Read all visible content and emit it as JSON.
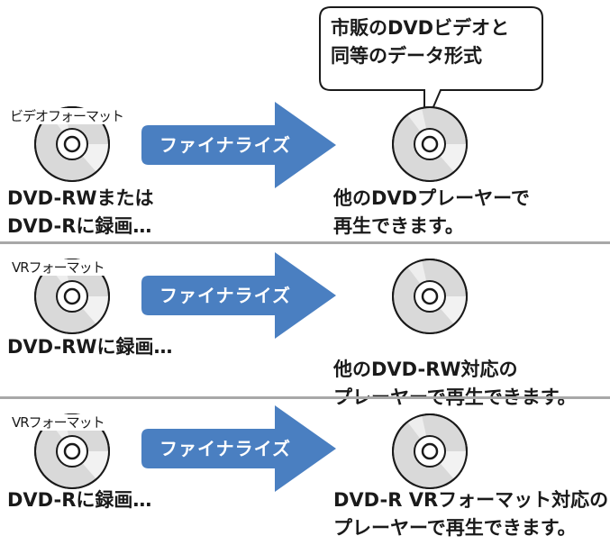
{
  "bubble": {
    "line1": "市販のDVDビデオと",
    "line2": "同等のデータ形式"
  },
  "rows": [
    {
      "format_label": "ビデオフォーマット",
      "arrow_label": "ファイナライズ",
      "source_line1": "DVD-RWまたは",
      "source_line2": "DVD-Rに録画…",
      "result_line1": "他のDVDプレーヤーで",
      "result_line2": "再生できます。"
    },
    {
      "format_label": "VRフォーマット",
      "arrow_label": "ファイナライズ",
      "source_line1": "DVD-RWに録画…",
      "result_line1": "他のDVD-RW対応の",
      "result_line2": "プレーヤーで再生できます。"
    },
    {
      "format_label": "VRフォーマット",
      "arrow_label": "ファイナライズ",
      "source_line1": "DVD-Rに録画…",
      "result_line1": "DVD-R VRフォーマット対応の",
      "result_line2": "プレーヤーで再生できます。"
    }
  ],
  "colors": {
    "arrow": "#4a7fc1",
    "disc_fill": "#d9d9d9",
    "divider": "#a8a8a8"
  }
}
